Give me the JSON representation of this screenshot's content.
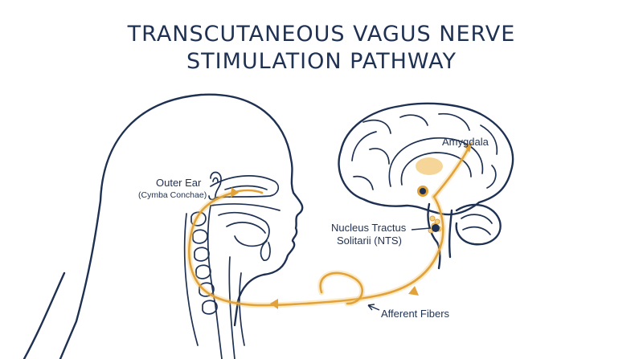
{
  "title": {
    "line1": "TRANSCUTANEOUS VAGUS NERVE",
    "line2": "STIMULATION PATHWAY"
  },
  "labels": {
    "outer_ear": "Outer Ear",
    "outer_ear_sub": "(Cymba Conchae)",
    "amygdala": "Amygdala",
    "nts_line1": "Nucleus Tractus",
    "nts_line2": "Solitarii (NTS)",
    "afferent": "Afferent Fibers"
  },
  "colors": {
    "outline": "#1f3152",
    "nerve": "#e2a23a",
    "highlight_fill": "#f5cf86"
  }
}
